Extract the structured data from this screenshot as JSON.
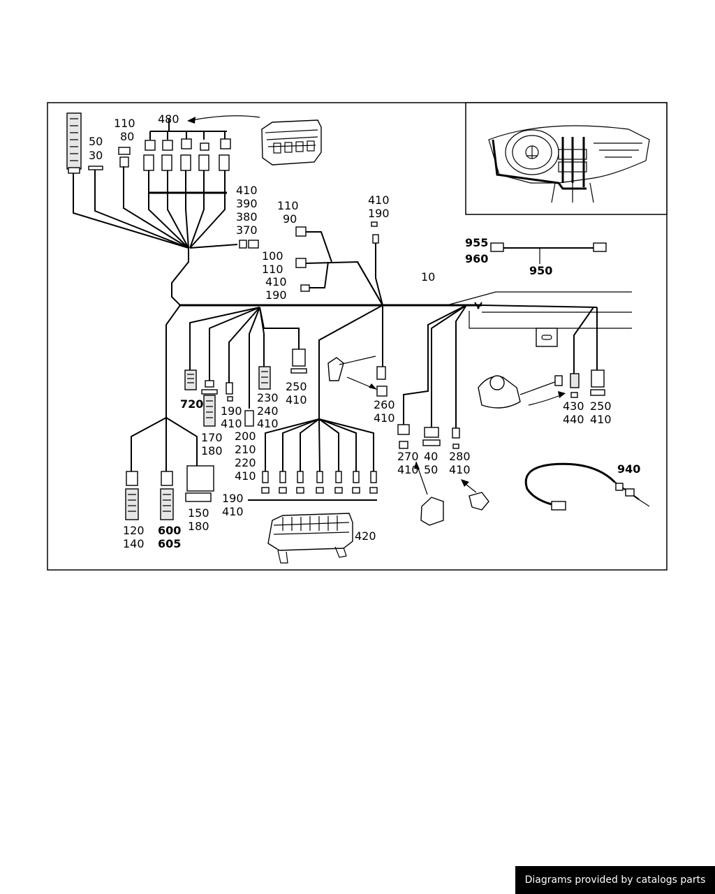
{
  "callouts": {
    "c480": "480",
    "c110a": "110",
    "c80": "80",
    "c50": "50",
    "c30": "30",
    "c410a": "410",
    "c390": "390",
    "c380": "380",
    "c370": "370",
    "c110b": "110",
    "c90": "90",
    "c410b": "410",
    "c190a": "190",
    "c100": "100",
    "c110c": "110",
    "c410c": "410",
    "c190b": "190",
    "c10": "10",
    "c955": "955",
    "c960": "960",
    "c950": "950",
    "c720": "720",
    "c190c": "190",
    "c410d": "410",
    "c230": "230",
    "c240": "240",
    "c410e": "410",
    "c250a": "250",
    "c410f": "410",
    "c260": "260",
    "c410g": "410",
    "c170": "170",
    "c180a": "180",
    "c200": "200",
    "c210": "210",
    "c220": "220",
    "c410h": "410",
    "c270": "270",
    "c410i": "410",
    "c40": "40",
    "c50b": "50",
    "c280": "280",
    "c410j": "410",
    "c430": "430",
    "c440": "440",
    "c250b": "250",
    "c410k": "410",
    "c940": "940",
    "c190d": "190",
    "c410l": "410",
    "c120": "120",
    "c140": "140",
    "c600": "600",
    "c605": "605",
    "c150": "150",
    "c180b": "180",
    "c420": "420"
  },
  "footer": {
    "text": "Diagrams provided by catalogs parts"
  }
}
